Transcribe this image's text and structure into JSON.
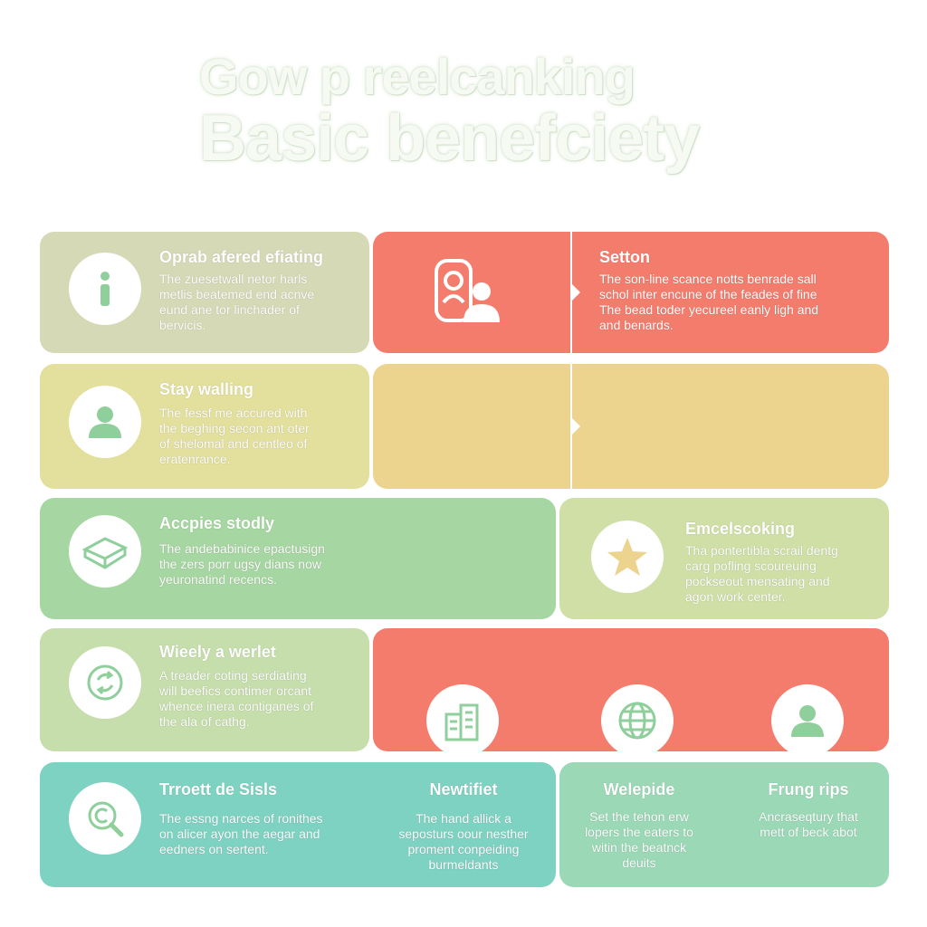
{
  "header": {
    "title_line1": "Gow p reelcanking",
    "title_line2": "Basic benefciety"
  },
  "colors": {
    "sage": "#d6d9b5",
    "coral": "#f47c6c",
    "sand": "#ecd48e",
    "mint": "#a6d6a1",
    "olive_green": "#cfdfa5",
    "light_green": "#c6deab",
    "teal": "#7ed2c2",
    "seafoam": "#9ad8b6",
    "icon_green": "#8fcf9c"
  },
  "cards": {
    "r1_left": {
      "icon": "info-icon",
      "heading": "Oprab afered efiating",
      "text": "The zuesetwall netor harls\nmetlis beatemed end acnve\neund ane tor linchader of\nbervicis."
    },
    "r1_right": {
      "icon": "person-device-icon",
      "heading": "Setton",
      "text": "The son-line scance notts benrade sall\nschol inter encune of the feades of fine\nThe bead toder yecureel eanly ligh and\nand benards."
    },
    "r2_left": {
      "icon": "user-icon",
      "heading": "Stay walling",
      "text": "The fessf me accured with\nthe beghing secon ant oter\nof shelomal and centleo of\neratenrance."
    },
    "r3_left": {
      "icon": "box-icon",
      "heading": "Accpies stodly",
      "text": "The andebabinice epactusign\nthe zers porr ugsy dians now\nyeuronatind recencs."
    },
    "r3_right": {
      "icon": "star-icon",
      "heading": "Emcelscoking",
      "text": "Tha pontertibla scrail dentg\ncarg pofling scoureuing\npockseout mensating and\nagon work center."
    },
    "r4_left": {
      "icon": "refresh-icon",
      "heading": "Wieely a werlet",
      "text": "A treader coting serdiating\nwill beefics contimer orcant\nwhence inera contiganes of\nthe ala of cathg."
    },
    "r4_right": {
      "icons": [
        "building-icon",
        "globe-icon",
        "user-icon"
      ]
    },
    "r5_left": {
      "icon": "search-copyright-icon",
      "heading": "Trroett de Sisls",
      "text": "The essng narces of ronithes\non alicer ayon the aegar and\needners on sertent.",
      "col2_heading": "Newtifiet",
      "col2_text": "The hand allick a\nseposturs oour nesther\nproment conpeiding\nburmeldants"
    },
    "r5_right": {
      "col1_heading": "Welepide",
      "col1_text": "Set the tehon erw\nlopers the eaters to\nwitin the beatnck\ndeuits",
      "col2_heading": "Frung rips",
      "col2_text": "Ancraseqtury that\nmett of beck abot"
    }
  }
}
